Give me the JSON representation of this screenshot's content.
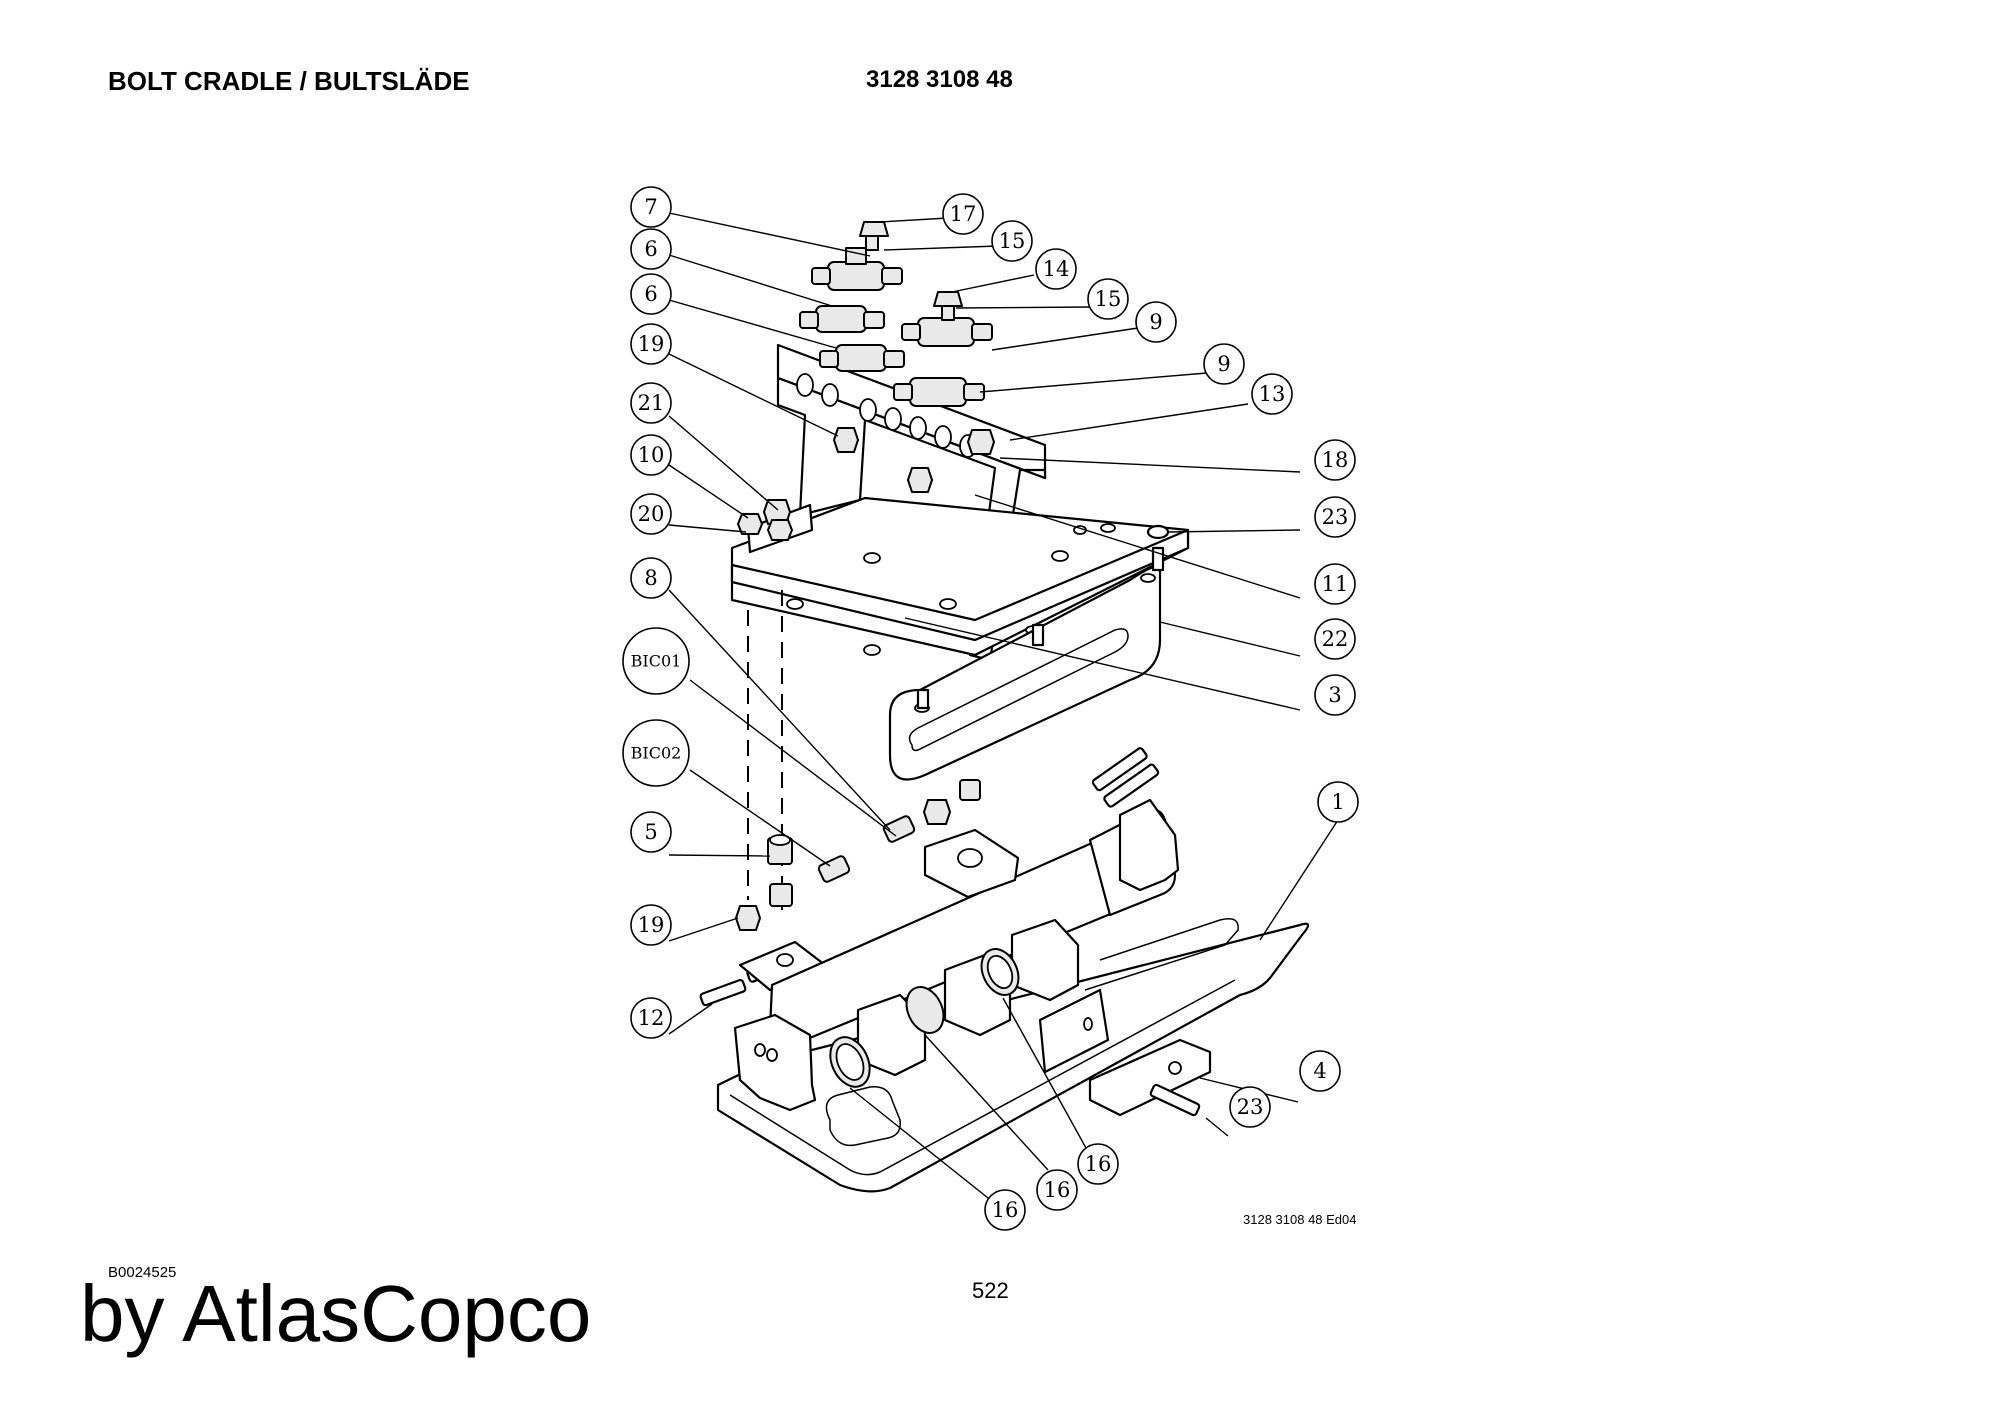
{
  "header": {
    "title": "BOLT CRADLE / BULTSLÄDE",
    "part_number": "3128 3108 48"
  },
  "footer": {
    "doc_id": "B0024525",
    "page_number": "522",
    "brand": "by AtlasCopco",
    "edition": "3128 3108 48 Ed04"
  },
  "callouts": [
    "7",
    "6",
    "6",
    "19",
    "21",
    "10",
    "20",
    "8",
    "BIC01",
    "BIC02",
    "5",
    "19",
    "12",
    "17",
    "15",
    "14",
    "15",
    "9",
    "9",
    "13",
    "18",
    "23",
    "11",
    "22",
    "3",
    "1",
    "4",
    "23",
    "16",
    "16",
    "16"
  ]
}
